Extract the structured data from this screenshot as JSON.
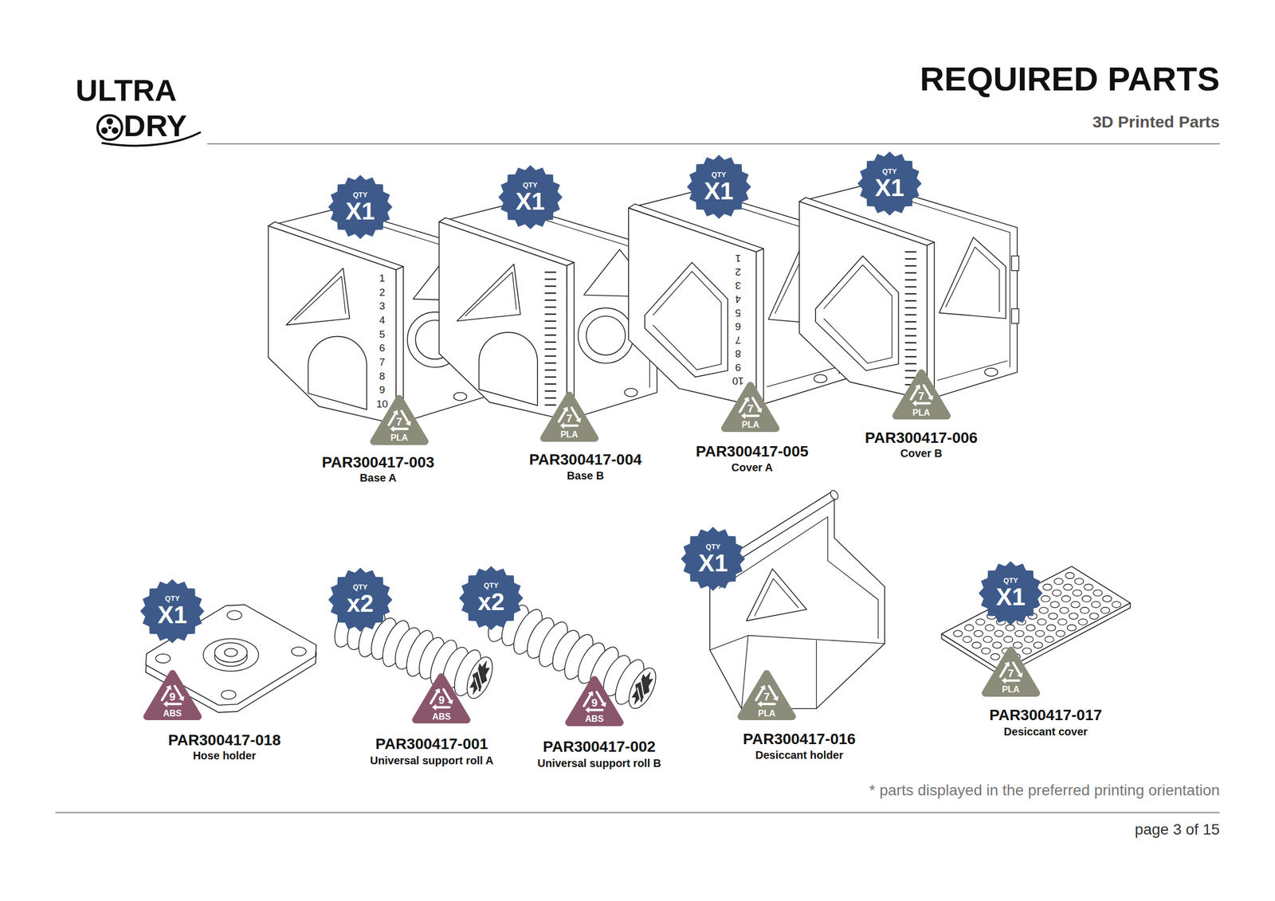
{
  "diagram": {
    "title": "REQUIRED PARTS",
    "nodes": [
      {
        "text": [
          "QTY",
          "X1"
        ]
      },
      {
        "text": [
          "7",
          "PLA"
        ]
      },
      {
        "text": [
          "QTY",
          "X1"
        ]
      },
      {
        "text": [
          "7",
          "PLA"
        ]
      },
      {
        "text": [
          "QTY",
          "X1"
        ]
      },
      {
        "text": [
          "7",
          "PLA"
        ]
      },
      {
        "text": [
          "QTY",
          "X1"
        ]
      },
      {
        "text": [
          "7",
          "PLA"
        ]
      },
      {
        "text": [
          "QTY",
          "X1"
        ]
      },
      {
        "text": [
          "9",
          "ABS"
        ]
      },
      {
        "text": [
          "QTY",
          "x2"
        ]
      },
      {
        "text": [
          "9",
          "ABS"
        ]
      },
      {
        "text": [
          "QTY",
          "x2"
        ]
      },
      {
        "text": [
          "9",
          "ABS"
        ]
      },
      {
        "text": [
          "QTY",
          "X1"
        ]
      },
      {
        "text": [
          "7",
          "PLA"
        ]
      },
      {
        "text": [
          "QTY",
          "X1"
        ]
      },
      {
        "text": [
          "7",
          "PLA"
        ]
      }
    ],
    "labels": [
      "ULTRA",
      "DRY",
      "3D Printed Parts",
      "1",
      "2",
      "3",
      "4",
      "5",
      "6",
      "7",
      "8",
      "9",
      "10",
      "PAR300417-003",
      "Base A",
      "PAR300417-004",
      "Base B",
      "1",
      "2",
      "3",
      "4",
      "5",
      "6",
      "7",
      "8",
      "9",
      "10",
      "PAR300417-005",
      "Cover A",
      "PAR300417-006",
      "Cover B",
      "PAR300417-018",
      "Hose holder",
      "PAR300417-001",
      "Universal support roll A",
      "PAR300417-002",
      "Universal support roll B",
      "PAR300417-016",
      "Desiccant holder",
      "PAR300417-017",
      "Desiccant cover",
      "* parts displayed in the preferred printing orientation",
      "page 3 of 15"
    ]
  }
}
